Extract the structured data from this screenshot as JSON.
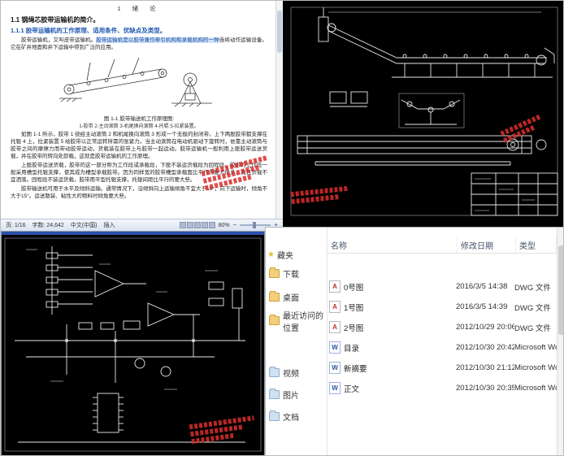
{
  "word": {
    "chapter": "1  绪  论",
    "heading1": "1.1 钢绳芯胶带运输机的简介。",
    "heading2": "1.1.1 胶带运输机的工作原理、适用条件、优缺点及类型。",
    "para1_pre": "胶带运输机，又叫皮带运输机。",
    "para1_hl": "胶带运输机是以胶带兼作牵引机构和承载机构的一种",
    "para1_post": "连续动作运输设备。它在矿井地面和井下运输中得到广泛的应用。",
    "figure_caption": "图 1-1  胶带输送机工作原理图:",
    "figure_legend": "1-胶带  2-主动滚筒  3-机尾换向滚筒  4-托辊  5-拉紧装置。",
    "para2": "如图 1-1 所示，胶带 1 绕经主动滚筒 2 和机尾换向滚筒 3 形成一个无极的封闭带。上下两股胶带都支撑在托辊 4 上，拉紧装置 5 给胶带以正常运转所需的张紧力。当主动滚筒在电动机驱动下旋转时，依靠主动滚筒与胶带之间的摩擦力而带动胶带运动，货载装在胶带上与胶带一起运动。胶带运输机一般利用上股胶带运送货载，并在胶带的转向处卸载，这就是胶带运输机的工作原理。",
    "para3": "上股胶带运送货载，胶带的这一部分称为工作段或承载段，下股不装运货载段为回程段。胶带的工作段一般采用槽型托辊支撑，使其成为槽型承载胶带。因为同样宽的胶带槽型承载面比平行的要大很多，而且货载不宜洒落。回程段不装运货载，胶带用平型托辊支撑，托辊间距比平行的要大些。",
    "para4": "胶带输送机可用于水平及倾斜运输。通常情况下，沿倾斜向上运输倾角不宜大于18°，向下运输时，倾角不大于15°。运送散装、粘性大的物料时倾角要大些。",
    "status": {
      "page": "页: 1/16",
      "words": "字数: 24,642",
      "lang": "中文(中国)",
      "insert": "插入",
      "zoom": "80%",
      "zoom_minus": "−",
      "zoom_plus": "+"
    }
  },
  "explorer": {
    "columns": [
      "名称",
      "修改日期",
      "类型"
    ],
    "sidebar": {
      "favorites_header": "藏夹",
      "favorites": [
        "下载",
        "桌面",
        "最近访问的位置"
      ],
      "libraries": [
        "视频",
        "图片",
        "文档"
      ]
    },
    "icons": {
      "favorites": "★",
      "dwg": "A",
      "word": "W"
    },
    "files": [
      {
        "name": "0号图",
        "date": "2016/3/5 14:38",
        "type": "DWG 文件",
        "kind": "dwg"
      },
      {
        "name": "1号图",
        "date": "2016/3/5 14:39",
        "type": "DWG 文件",
        "kind": "dwg"
      },
      {
        "name": "2号图",
        "date": "2012/10/29 20:06",
        "type": "DWG 文件",
        "kind": "dwg"
      },
      {
        "name": "目录",
        "date": "2012/10/30 20:42",
        "type": "Microsoft Wor",
        "kind": "word"
      },
      {
        "name": "新摘要",
        "date": "2012/10/30 21:12",
        "type": "Microsoft Wor",
        "kind": "word"
      },
      {
        "name": "正文",
        "date": "2012/10/30 20:35",
        "type": "Microsoft Wor",
        "kind": "word"
      }
    ]
  },
  "colors": {
    "accent_blue": "#1f58b0",
    "highlight": "#cfe3f7",
    "stamp_red": "#da2c2c",
    "cad_bg": "#000000",
    "cad_line": "#e8e8e8"
  }
}
